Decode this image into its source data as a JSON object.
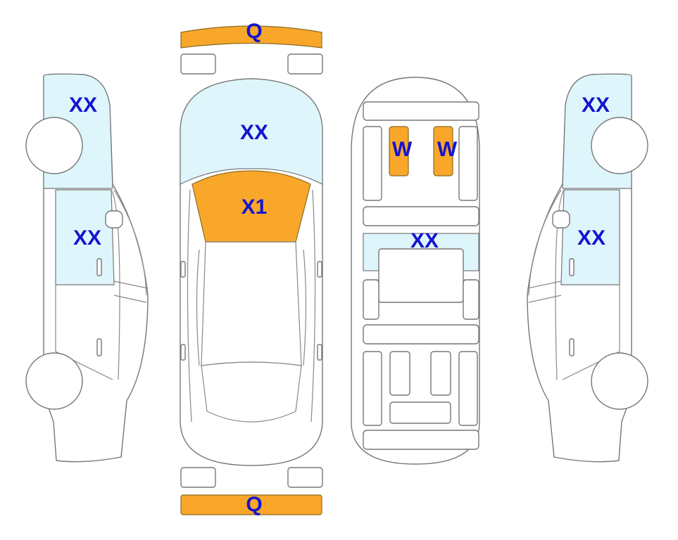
{
  "colors": {
    "damage": "#f9a72b",
    "tint": "#def5fb",
    "label": "#1414d0",
    "outline": "#777777"
  },
  "labels": {
    "front_bumper": "Q",
    "rear_bumper": "Q",
    "hood": "XX",
    "windshield": "X1",
    "left_front_fender": "XX",
    "left_front_door": "XX",
    "seat_front_left": "W",
    "seat_front_right": "W",
    "interior_mid": "XX",
    "right_front_fender": "XX",
    "right_front_door": "XX"
  }
}
